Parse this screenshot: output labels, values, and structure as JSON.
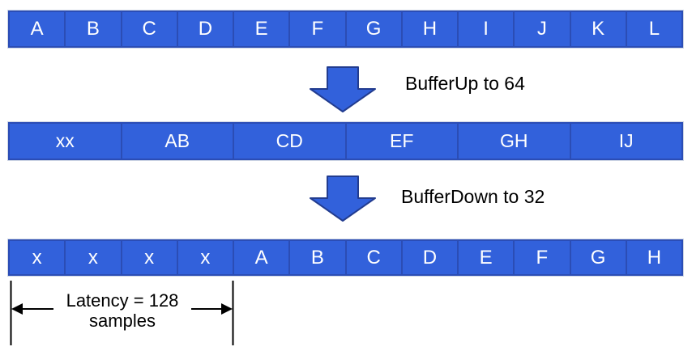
{
  "colors": {
    "cell_fill": "#3261DB",
    "cell_border": "#2B4DB5",
    "arrow_fill": "#3261DB",
    "arrow_outline": "#223C8F",
    "cell_text": "#FFFFFF",
    "annotation_text": "#000000"
  },
  "buffers": {
    "input": {
      "cells": [
        "A",
        "B",
        "C",
        "D",
        "E",
        "F",
        "G",
        "H",
        "I",
        "J",
        "K",
        "L"
      ]
    },
    "bufferup": {
      "label": "BufferUp to 64",
      "cells": [
        "xx",
        "AB",
        "CD",
        "EF",
        "GH",
        "IJ"
      ]
    },
    "bufferdown": {
      "label": "BufferDown to 32",
      "cells": [
        "x",
        "x",
        "x",
        "x",
        "A",
        "B",
        "C",
        "D",
        "E",
        "F",
        "G",
        "H"
      ]
    }
  },
  "annotation": {
    "line1": "Latency = 128",
    "line2": "samples"
  }
}
